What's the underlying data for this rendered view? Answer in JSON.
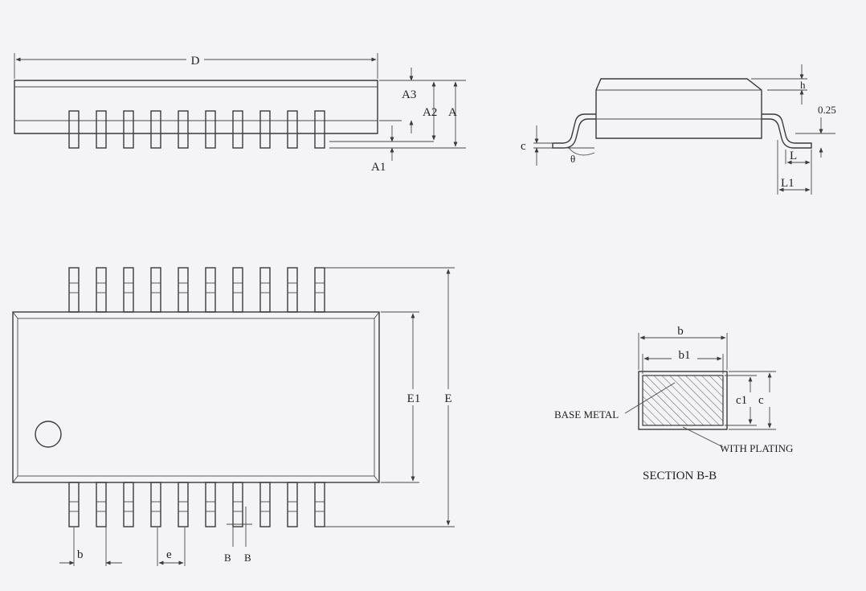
{
  "side_view": {
    "dim_d": "D",
    "dim_a3": "A3",
    "dim_a2": "A2",
    "dim_a": "A",
    "dim_a1": "A1"
  },
  "end_view": {
    "dim_h": "h",
    "dim_gauge": "0.25",
    "dim_c": "c",
    "dim_theta": "θ",
    "dim_l": "L",
    "dim_l1": "L1"
  },
  "top_view": {
    "dim_e1": "E1",
    "dim_e": "E",
    "dim_b": "b",
    "dim_pitch": "e",
    "section_mark_left": "B",
    "section_mark_right": "B"
  },
  "section_view": {
    "dim_b": "b",
    "dim_b1": "b1",
    "dim_c1": "c1",
    "dim_c": "c",
    "label_base_metal": "BASE METAL",
    "label_with_plating": "WITH PLATING",
    "title": "SECTION B-B"
  },
  "colors": {
    "ink": "#3a3a3a",
    "paper": "#f4f4f6"
  }
}
